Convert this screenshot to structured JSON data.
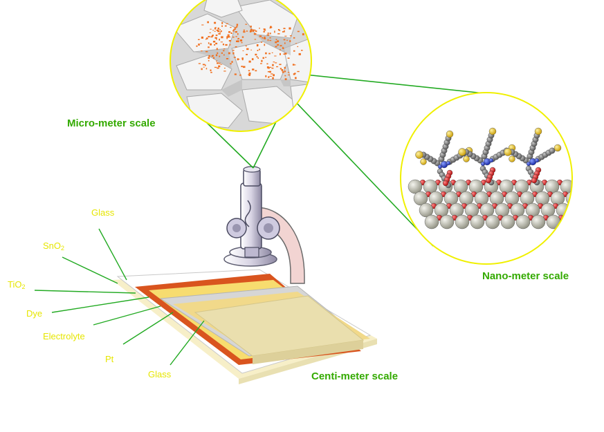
{
  "colors": {
    "layer_label": "#e6e600",
    "scale_label": "#33aa00",
    "connector_line": "#22aa22",
    "circle_border": "#f0f000",
    "orange_layer": "#d9541e",
    "cream_layer": "#f2e6a8",
    "yellow_layer": "#f7dc6f",
    "gray_layer": "#d6d6d6"
  },
  "scales": {
    "micro": "Micro-meter scale",
    "nano": "Nano-meter scale",
    "centi": "Centi-meter scale"
  },
  "layers": {
    "glass_top": "Glass",
    "sno2_base": "SnO",
    "sno2_sub": "2",
    "tio2_base": "TiO",
    "tio2_sub": "2",
    "dye": "Dye",
    "electrolyte": "Electrolyte",
    "pt": "Pt",
    "glass_bottom": "Glass"
  },
  "icons": {
    "microscope": "microscope-icon",
    "micro_view": "porous-tio2-micrograph",
    "nano_view": "dye-molecules-on-tio2-surface"
  }
}
